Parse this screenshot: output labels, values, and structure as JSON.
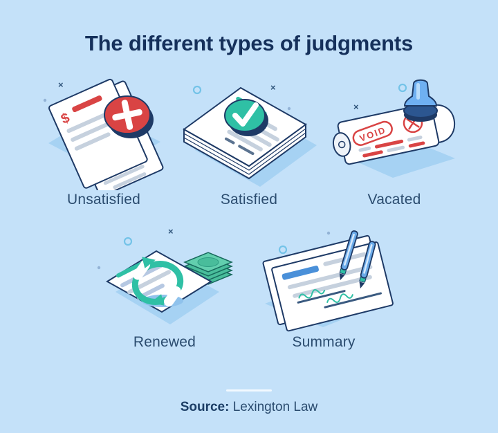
{
  "title": "The different types of judgments",
  "items": [
    {
      "label": "Unsatisfied",
      "icon": "unsatisfied-document-plus-medal-icon"
    },
    {
      "label": "Satisfied",
      "icon": "satisfied-paper-stack-check-icon"
    },
    {
      "label": "Vacated",
      "icon": "vacated-void-scroll-stamp-icon"
    },
    {
      "label": "Renewed",
      "icon": "renewed-document-refresh-money-icon"
    },
    {
      "label": "Summary",
      "icon": "summary-documents-pens-icon"
    }
  ],
  "footer": {
    "source_label": "Source:",
    "source_value": "Lexington Law"
  },
  "colors": {
    "background": "#c4e1f9",
    "title_text": "#15305b",
    "label_text": "#2b4c6f",
    "outline_navy": "#1e3a66",
    "accent_red": "#d94444",
    "accent_teal": "#2fc0a5",
    "accent_blue": "#4a90d9",
    "shadow_blue": "#a6d2f3",
    "line_gray": "#c6d1de",
    "money_green": "#62cfae",
    "stamp_blue": "#6fb0f2",
    "divider": "#f2f9ff"
  }
}
